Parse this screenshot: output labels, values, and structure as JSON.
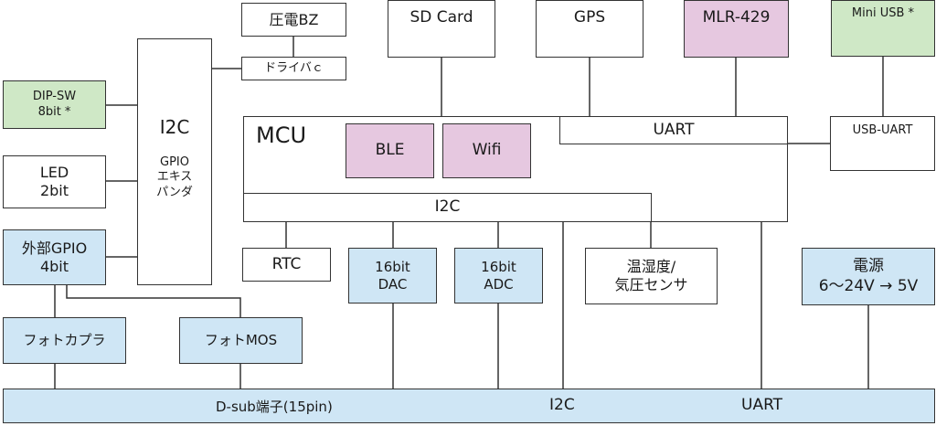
{
  "diagram": {
    "top_row": {
      "buzzer": "圧電BZ",
      "driver": "ドライバｃ",
      "sd_card": "SD Card",
      "gps": "GPS",
      "mlr": "MLR-429",
      "mini_usb": "Mini USB *"
    },
    "left": {
      "dip_sw": [
        "DIP-SW",
        "8bit *"
      ],
      "led": [
        "LED",
        "2bit"
      ],
      "ext_gpio": [
        "外部GPIO",
        "4bit"
      ],
      "expander_title": "I2C",
      "expander_sub": [
        "GPIO",
        "エキス",
        "パンダ"
      ]
    },
    "mcu": {
      "title": "MCU",
      "ble": "BLE",
      "wifi": "Wifi",
      "uart": "UART",
      "i2c": "I2C"
    },
    "right": {
      "usb_uart": "USB-UART",
      "power": [
        "電源",
        "6～24V → 5V"
      ]
    },
    "peripherals": {
      "rtc": "RTC",
      "dac": [
        "16bit",
        "DAC"
      ],
      "adc": [
        "16bit",
        "ADC"
      ],
      "sensor": [
        "温湿度/",
        "気圧センサ"
      ]
    },
    "isolators": {
      "photocoupler": "フォトカプラ",
      "photomos": "フォトMOS"
    },
    "bus": {
      "dsub": "D-sub端子(15pin)",
      "i2c": "I2C",
      "uart": "UART"
    }
  }
}
